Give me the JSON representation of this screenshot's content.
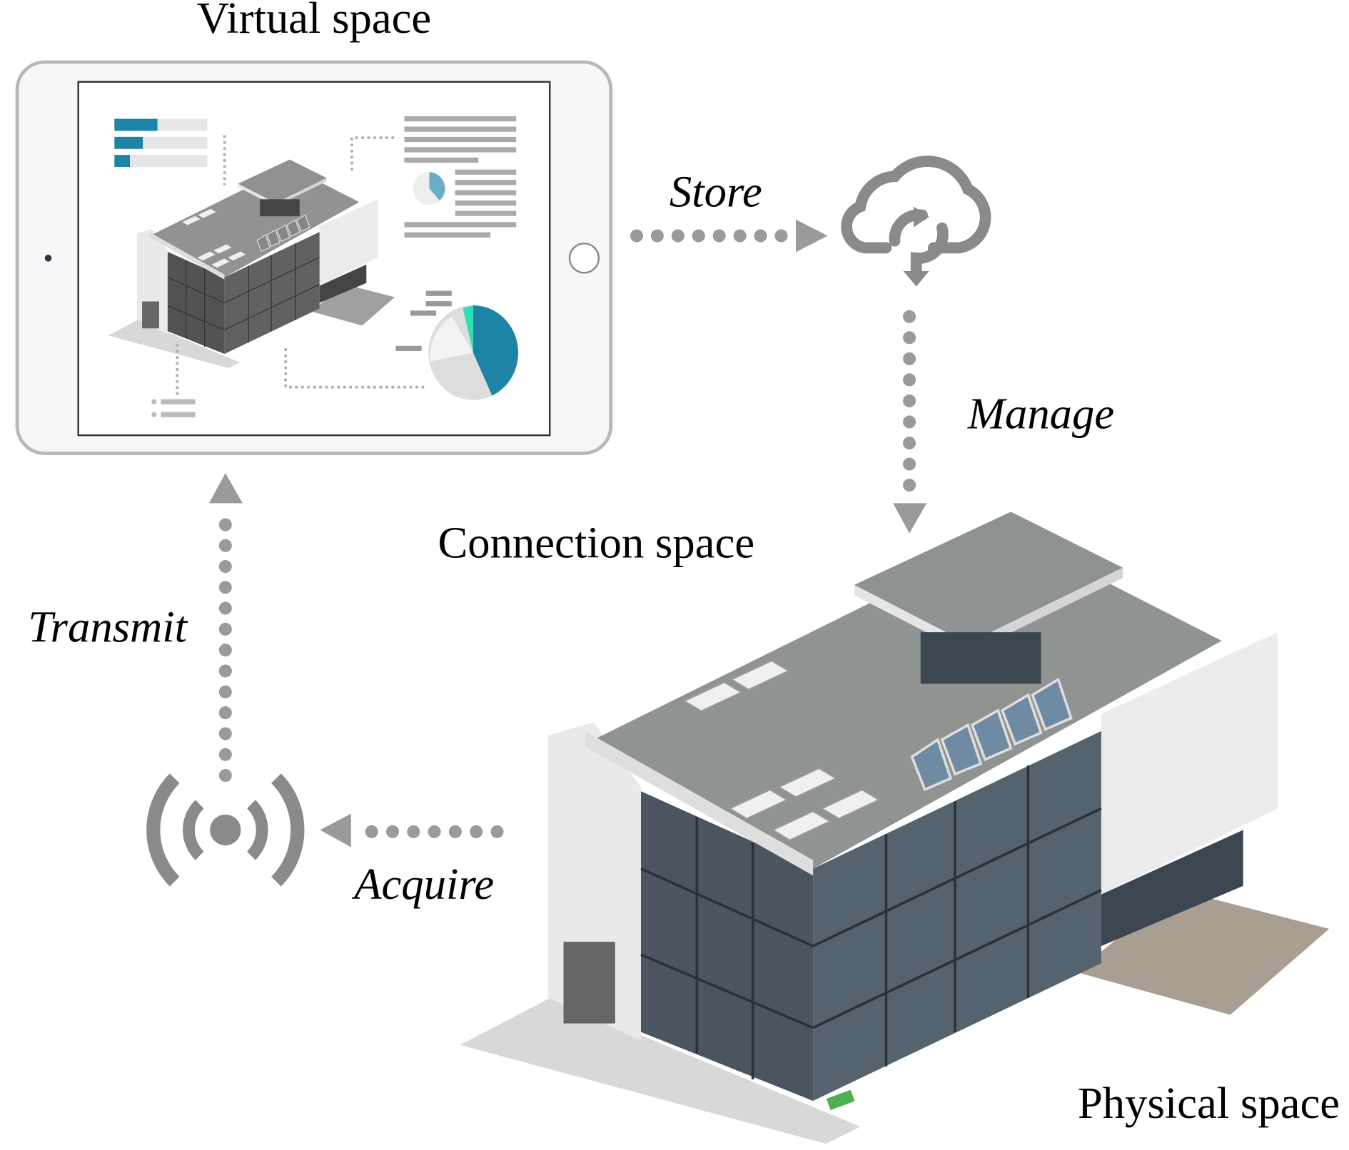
{
  "titles": {
    "virtual": "Virtual space",
    "connection": "Connection space",
    "physical": "Physical space"
  },
  "labels": {
    "store": "Store",
    "manage": "Manage",
    "transmit": "Transmit",
    "acquire": "Acquire"
  },
  "icons": {
    "cloud": "cloud-sync-icon",
    "wireless": "wireless-signal-icon",
    "tablet": "tablet-icon",
    "building": "building-icon"
  },
  "colors": {
    "arrow": "#9a9a9a",
    "accent": "#1e84a6",
    "teal": "#2fe0b5"
  }
}
